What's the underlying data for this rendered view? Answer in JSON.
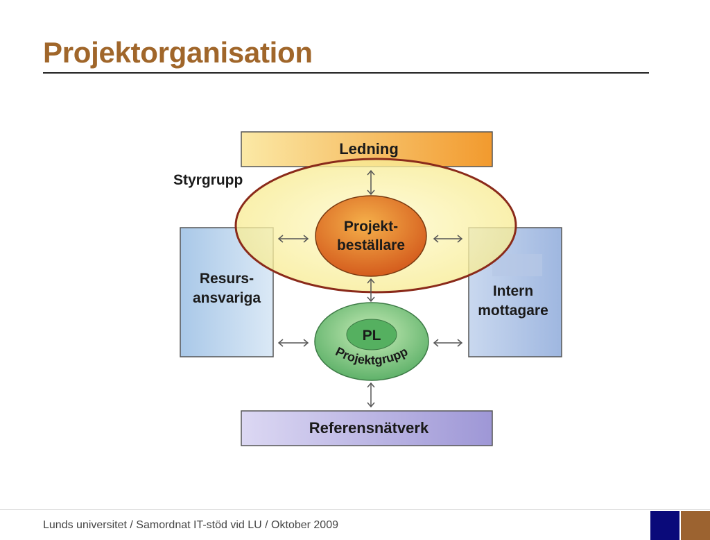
{
  "slide": {
    "title": "Projektorganisation",
    "footer": "Lunds universitet / Samordnat IT-stöd vid LU / Oktober 2009"
  },
  "diagram": {
    "ledning": "Ledning",
    "styrgrupp": "Styrgrupp",
    "bestallare_line1": "Projekt-",
    "bestallare_line2": "beställare",
    "resurs_line1": "Resurs-",
    "resurs_line2": "ansvariga",
    "intern_line1": "Intern",
    "intern_line2": "mottagare",
    "pl": "PL",
    "projektgrupp": "Projektgrupp",
    "referens": "Referensnätverk"
  },
  "colors": {
    "title": "#a0662a",
    "ledning": "#f3b23c",
    "styrgrupp_fill": "#fbf3a2",
    "styrgrupp_stroke": "#8a2a1a",
    "bestallare": "#e0701e",
    "side_boxes": "#bcd6ee",
    "pl": "#5fb86a",
    "referens": "#b9b3e2",
    "footer_blue": "#0a0a7a",
    "footer_brown": "#9c6330"
  }
}
